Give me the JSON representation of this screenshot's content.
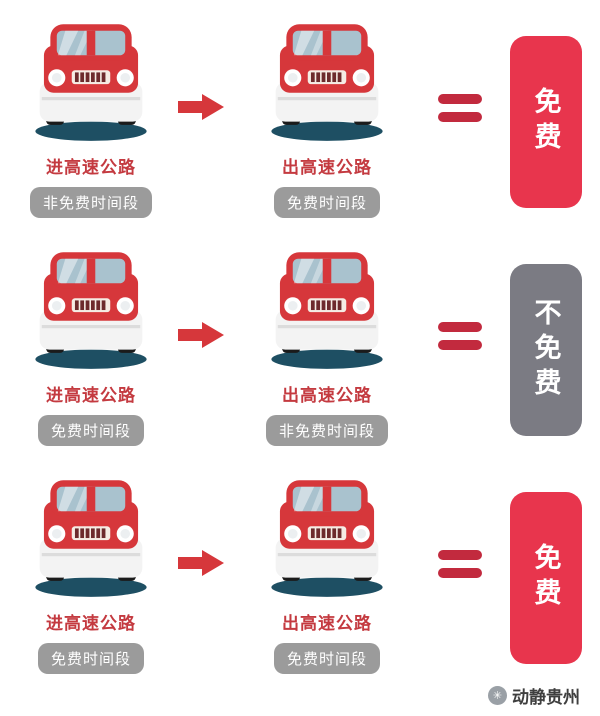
{
  "rows": [
    {
      "left": {
        "label": "进高速公路",
        "badge": "非免费时间段"
      },
      "right": {
        "label": "出高速公路",
        "badge": "免费时间段"
      },
      "result": {
        "label": "免费",
        "type": "free",
        "color": "#e8354d"
      }
    },
    {
      "left": {
        "label": "进高速公路",
        "badge": "免费时间段"
      },
      "right": {
        "label": "出高速公路",
        "badge": "非免费时间段"
      },
      "result": {
        "label": "不免费",
        "type": "not-free",
        "color": "#7b7b83"
      }
    },
    {
      "left": {
        "label": "进高速公路",
        "badge": "免费时间段"
      },
      "right": {
        "label": "出高速公路",
        "badge": "免费时间段"
      },
      "result": {
        "label": "免费",
        "type": "free",
        "color": "#e8354d"
      }
    }
  ],
  "footer": {
    "brand": "动静贵州",
    "logo_glyph": "✳"
  },
  "icons": {
    "car": "car-front-icon",
    "arrow": "arrow-right-icon",
    "equals": "equals-icon",
    "logo": "asterisk-logo-icon"
  },
  "colors": {
    "car_red": "#d6373b",
    "window_blue": "#a9c2ce",
    "shadow_teal": "#1e4f63",
    "label_red": "#c43a40",
    "badge_gray": "#9b9b9b",
    "arrow_red": "#d6373b",
    "equals_red": "#c22a3e",
    "free_card_red": "#e8354d",
    "not_free_card_gray": "#7b7b83"
  }
}
